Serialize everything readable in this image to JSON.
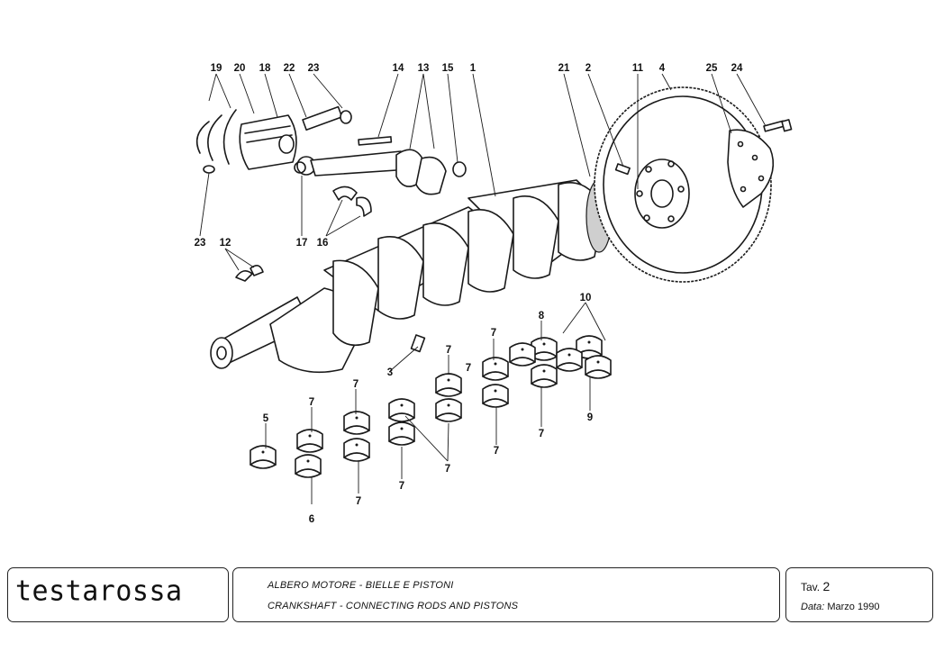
{
  "callouts": [
    {
      "id": "c19a",
      "label": "19"
    },
    {
      "id": "c20",
      "label": "20"
    },
    {
      "id": "c18",
      "label": "18"
    },
    {
      "id": "c22",
      "label": "22"
    },
    {
      "id": "c23a",
      "label": "23"
    },
    {
      "id": "c14",
      "label": "14"
    },
    {
      "id": "c13",
      "label": "13"
    },
    {
      "id": "c15",
      "label": "15"
    },
    {
      "id": "c1",
      "label": "1"
    },
    {
      "id": "c21",
      "label": "21"
    },
    {
      "id": "c2",
      "label": "2"
    },
    {
      "id": "c11",
      "label": "11"
    },
    {
      "id": "c4",
      "label": "4"
    },
    {
      "id": "c25",
      "label": "25"
    },
    {
      "id": "c24",
      "label": "24"
    },
    {
      "id": "c23b",
      "label": "23"
    },
    {
      "id": "c12",
      "label": "12"
    },
    {
      "id": "c17",
      "label": "17"
    },
    {
      "id": "c16",
      "label": "16"
    },
    {
      "id": "c10",
      "label": "10"
    },
    {
      "id": "c8",
      "label": "8"
    },
    {
      "id": "c7a",
      "label": "7"
    },
    {
      "id": "c7b",
      "label": "7"
    },
    {
      "id": "c7c",
      "label": "7"
    },
    {
      "id": "c7d",
      "label": "7"
    },
    {
      "id": "c3",
      "label": "3"
    },
    {
      "id": "c7e",
      "label": "7"
    },
    {
      "id": "c7f",
      "label": "7"
    },
    {
      "id": "c7g",
      "label": "7"
    },
    {
      "id": "c7h",
      "label": "7"
    },
    {
      "id": "c9",
      "label": "9"
    },
    {
      "id": "c5",
      "label": "5"
    },
    {
      "id": "c6",
      "label": "6"
    },
    {
      "id": "c7i",
      "label": "7"
    },
    {
      "id": "c7j",
      "label": "7"
    }
  ],
  "title_block": {
    "logo": "testarossa",
    "title_it": "ALBERO  MOTORE - BIELLE E PISTONI",
    "title_en": "CRANKSHAFT - CONNECTING RODS AND PISTONS",
    "tav_label": "Tav.",
    "tav_number": "2",
    "date_label": "Data:",
    "date_value": "Marzo 1990"
  }
}
